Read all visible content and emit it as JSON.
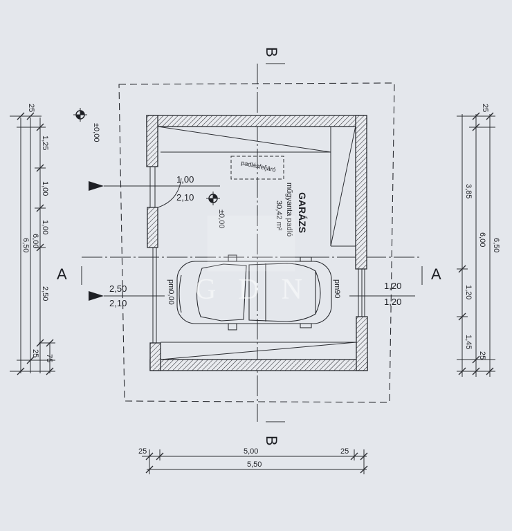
{
  "section_marks": {
    "b": "B",
    "a": "A"
  },
  "room": {
    "name": "GARÁZS",
    "floor": "műgyanta padló",
    "area": "30,42 m²",
    "hatch": "padlásfeljáró"
  },
  "levels": {
    "ground": "±0,00",
    "room": "±0,00",
    "left_door": "pm0,00",
    "right_window": "pm90"
  },
  "openings": {
    "upper_left": {
      "width": "1,00",
      "height": "2,10"
    },
    "door_left": {
      "width": "2,50",
      "height": "2,10"
    },
    "window_right": {
      "width": "1,20",
      "height": "1,20"
    }
  },
  "dims": {
    "left_inner": [
      "25",
      "1,25",
      "1,00",
      "1,00",
      "2,50",
      "25"
    ],
    "left_mid": "6,00",
    "left_mid_end": "75",
    "left_outer": "6,50",
    "right_inner": [
      "25",
      "3,85",
      "1,20",
      "1,45",
      "25"
    ],
    "right_mid": "6,00",
    "right_outer": "6,50",
    "bottom": [
      "25",
      "5,00",
      "25"
    ],
    "bottom_total": "5,50"
  },
  "watermark": {
    "text": "GDN"
  }
}
